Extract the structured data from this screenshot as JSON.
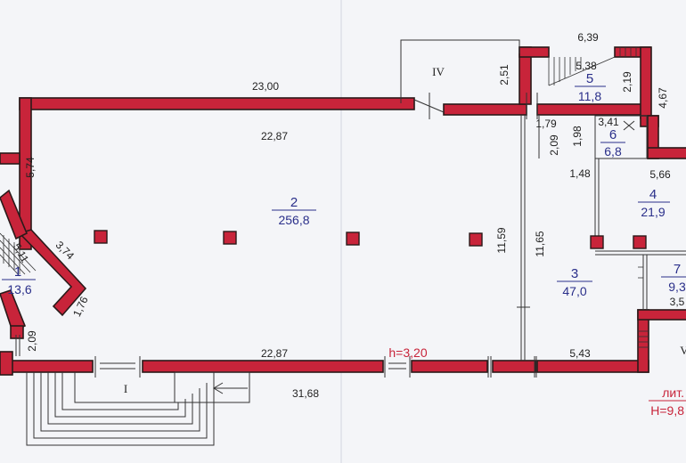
{
  "plan": {
    "rooms": [
      {
        "number": "1",
        "area": "13,6"
      },
      {
        "number": "2",
        "area": "256,8"
      },
      {
        "number": "3",
        "area": "47,0"
      },
      {
        "number": "4",
        "area": "21,9"
      },
      {
        "number": "5",
        "area": "11,8"
      },
      {
        "number": "6",
        "area": "6,8"
      },
      {
        "number": "7",
        "area": "9,3"
      }
    ],
    "entrances": [
      "I",
      "IV",
      "V"
    ],
    "dimensions": {
      "top_outer": "23,00",
      "top_inner": "22,87",
      "bottom_inner": "22,87",
      "bottom_outer": "31,68",
      "left_wall": "5,74",
      "stair_diag": "3,74",
      "stair_small": "5,11",
      "stair_end": "1,76",
      "left_low": "2,09",
      "hall_height_a": "11,59",
      "hall_height_b": "11,65",
      "bottom_right": "5,43",
      "r5_top": "6,39",
      "r5_inner": "5,38",
      "r5_left": "2,51",
      "r5_right": "2,19",
      "outer_right": "4,67",
      "r6_top": "3,41",
      "r6_left": "1,98",
      "corr_left": "2,09",
      "corr_width": "1,79",
      "r6_bottom": "1,48",
      "r4_width": "5,66",
      "r7_small": "3,5"
    },
    "ceiling_height": "h=3,20",
    "liter_label": "лит.",
    "building_height": "H=9,8"
  }
}
